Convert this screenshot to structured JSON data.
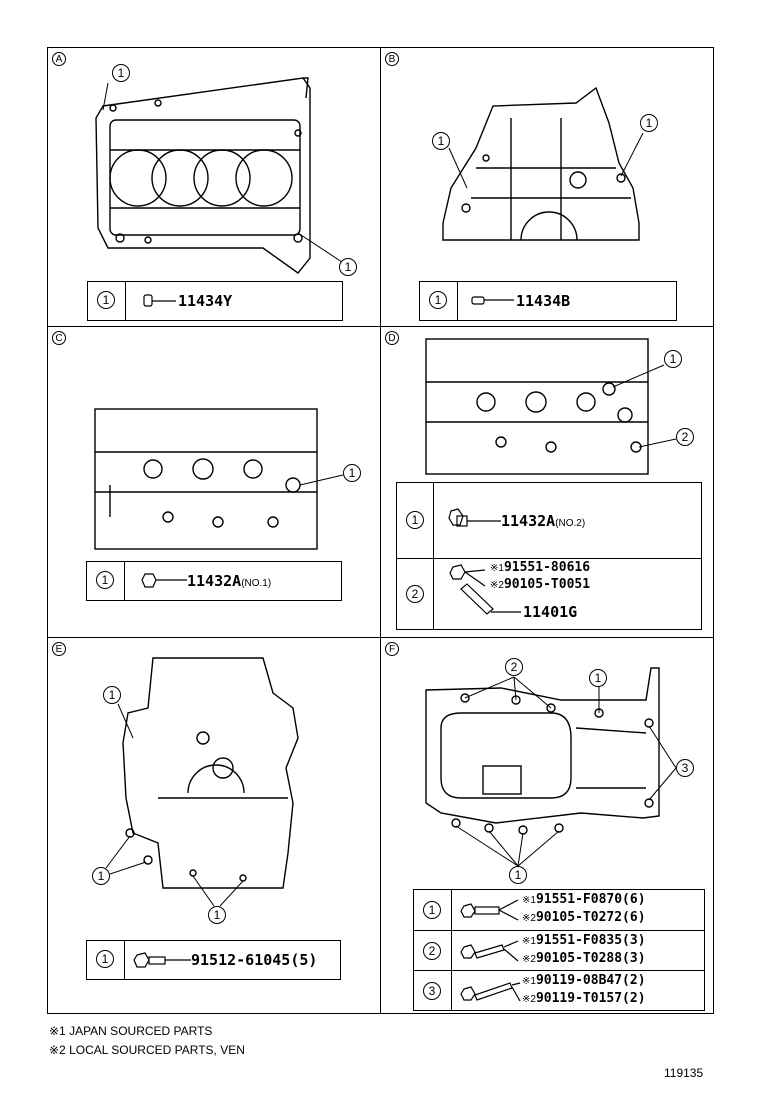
{
  "panels": {
    "A": {
      "letter": "A",
      "callout": "1",
      "table": [
        {
          "idx": "1",
          "part": "11434Y"
        }
      ]
    },
    "B": {
      "letter": "B",
      "callout": "1",
      "table": [
        {
          "idx": "1",
          "part": "11434B"
        }
      ]
    },
    "C": {
      "letter": "C",
      "callout": "1",
      "table": [
        {
          "idx": "1",
          "part": "11432A",
          "suffix": "(NO.1)"
        }
      ]
    },
    "D": {
      "letter": "D",
      "callouts": [
        "1",
        "2"
      ],
      "table": [
        {
          "idx": "1",
          "part": "11432A",
          "suffix": "(NO.2)"
        },
        {
          "idx": "2",
          "mark1": "※1",
          "part1": "91551-80616",
          "mark2": "※2",
          "part2": "90105-T0051",
          "part3": "11401G"
        }
      ]
    },
    "E": {
      "letter": "E",
      "callout": "1",
      "table": [
        {
          "idx": "1",
          "part": "91512-61045(5)"
        }
      ]
    },
    "F": {
      "letter": "F",
      "callouts": [
        "1",
        "2",
        "3"
      ],
      "table": [
        {
          "idx": "1",
          "mark1": "※1",
          "part1": "91551-F0870(6)",
          "mark2": "※2",
          "part2": "90105-T0272(6)"
        },
        {
          "idx": "2",
          "mark1": "※1",
          "part1": "91551-F0835(3)",
          "mark2": "※2",
          "part2": "90105-T0288(3)"
        },
        {
          "idx": "3",
          "mark1": "※1",
          "part1": "90119-08B47(2)",
          "mark2": "※2",
          "part2": "90119-T0157(2)"
        }
      ]
    }
  },
  "notes": {
    "note1": "※1 JAPAN SOURCED PARTS",
    "note2": "※2 LOCAL SOURCED PARTS, VEN"
  },
  "figure_number": "119135"
}
